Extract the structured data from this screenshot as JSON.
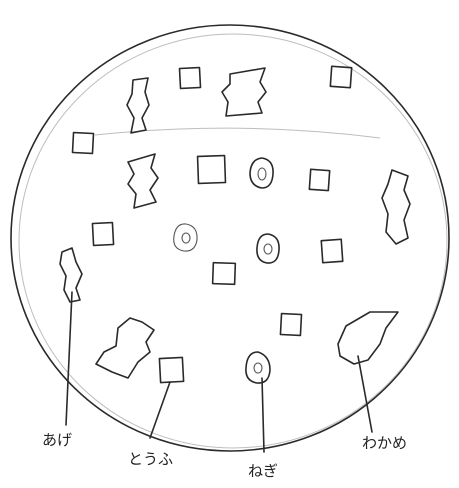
{
  "labels": {
    "age": "あげ",
    "tofu": "とうふ",
    "negi": "ねぎ",
    "wakame": "わかめ"
  },
  "colors": {
    "ink": "#2a2a2a"
  }
}
